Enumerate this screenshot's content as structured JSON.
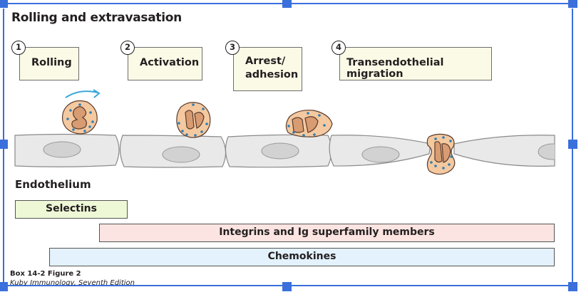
{
  "figure": {
    "title": "Rolling and extravasation",
    "steps": [
      {
        "number": "1",
        "label": "Rolling"
      },
      {
        "number": "2",
        "label": "Activation"
      },
      {
        "number": "3",
        "label": "Arrest/\nadhesion",
        "label_line1": "Arrest/",
        "label_line2": "adhesion"
      },
      {
        "number": "4",
        "label": "Transendothelial migration"
      }
    ],
    "endothelium_label": "Endothelium",
    "molecule_bars": [
      {
        "label": "Selectins",
        "color": "#eef7d6"
      },
      {
        "label": "Integrins and Ig superfamily members",
        "color": "#fbe4e1"
      },
      {
        "label": "Chemokines",
        "color": "#e3f2fd"
      }
    ],
    "caption": {
      "figure_ref": "Box 14-2 Figure 2",
      "source": "Kuby Immunology, Seventh Edition"
    }
  },
  "colors": {
    "selection": "#3a6fdc",
    "step_box_fill": "#fbfae6",
    "cell_fill": "#f4c9a0",
    "nucleus_fill": "#d89c72",
    "granule": "#2b7fb8",
    "endothelial_fill": "#e9e9e9",
    "endothelial_nucleus": "#d2d2d2",
    "arrow": "#3aa6d8"
  }
}
